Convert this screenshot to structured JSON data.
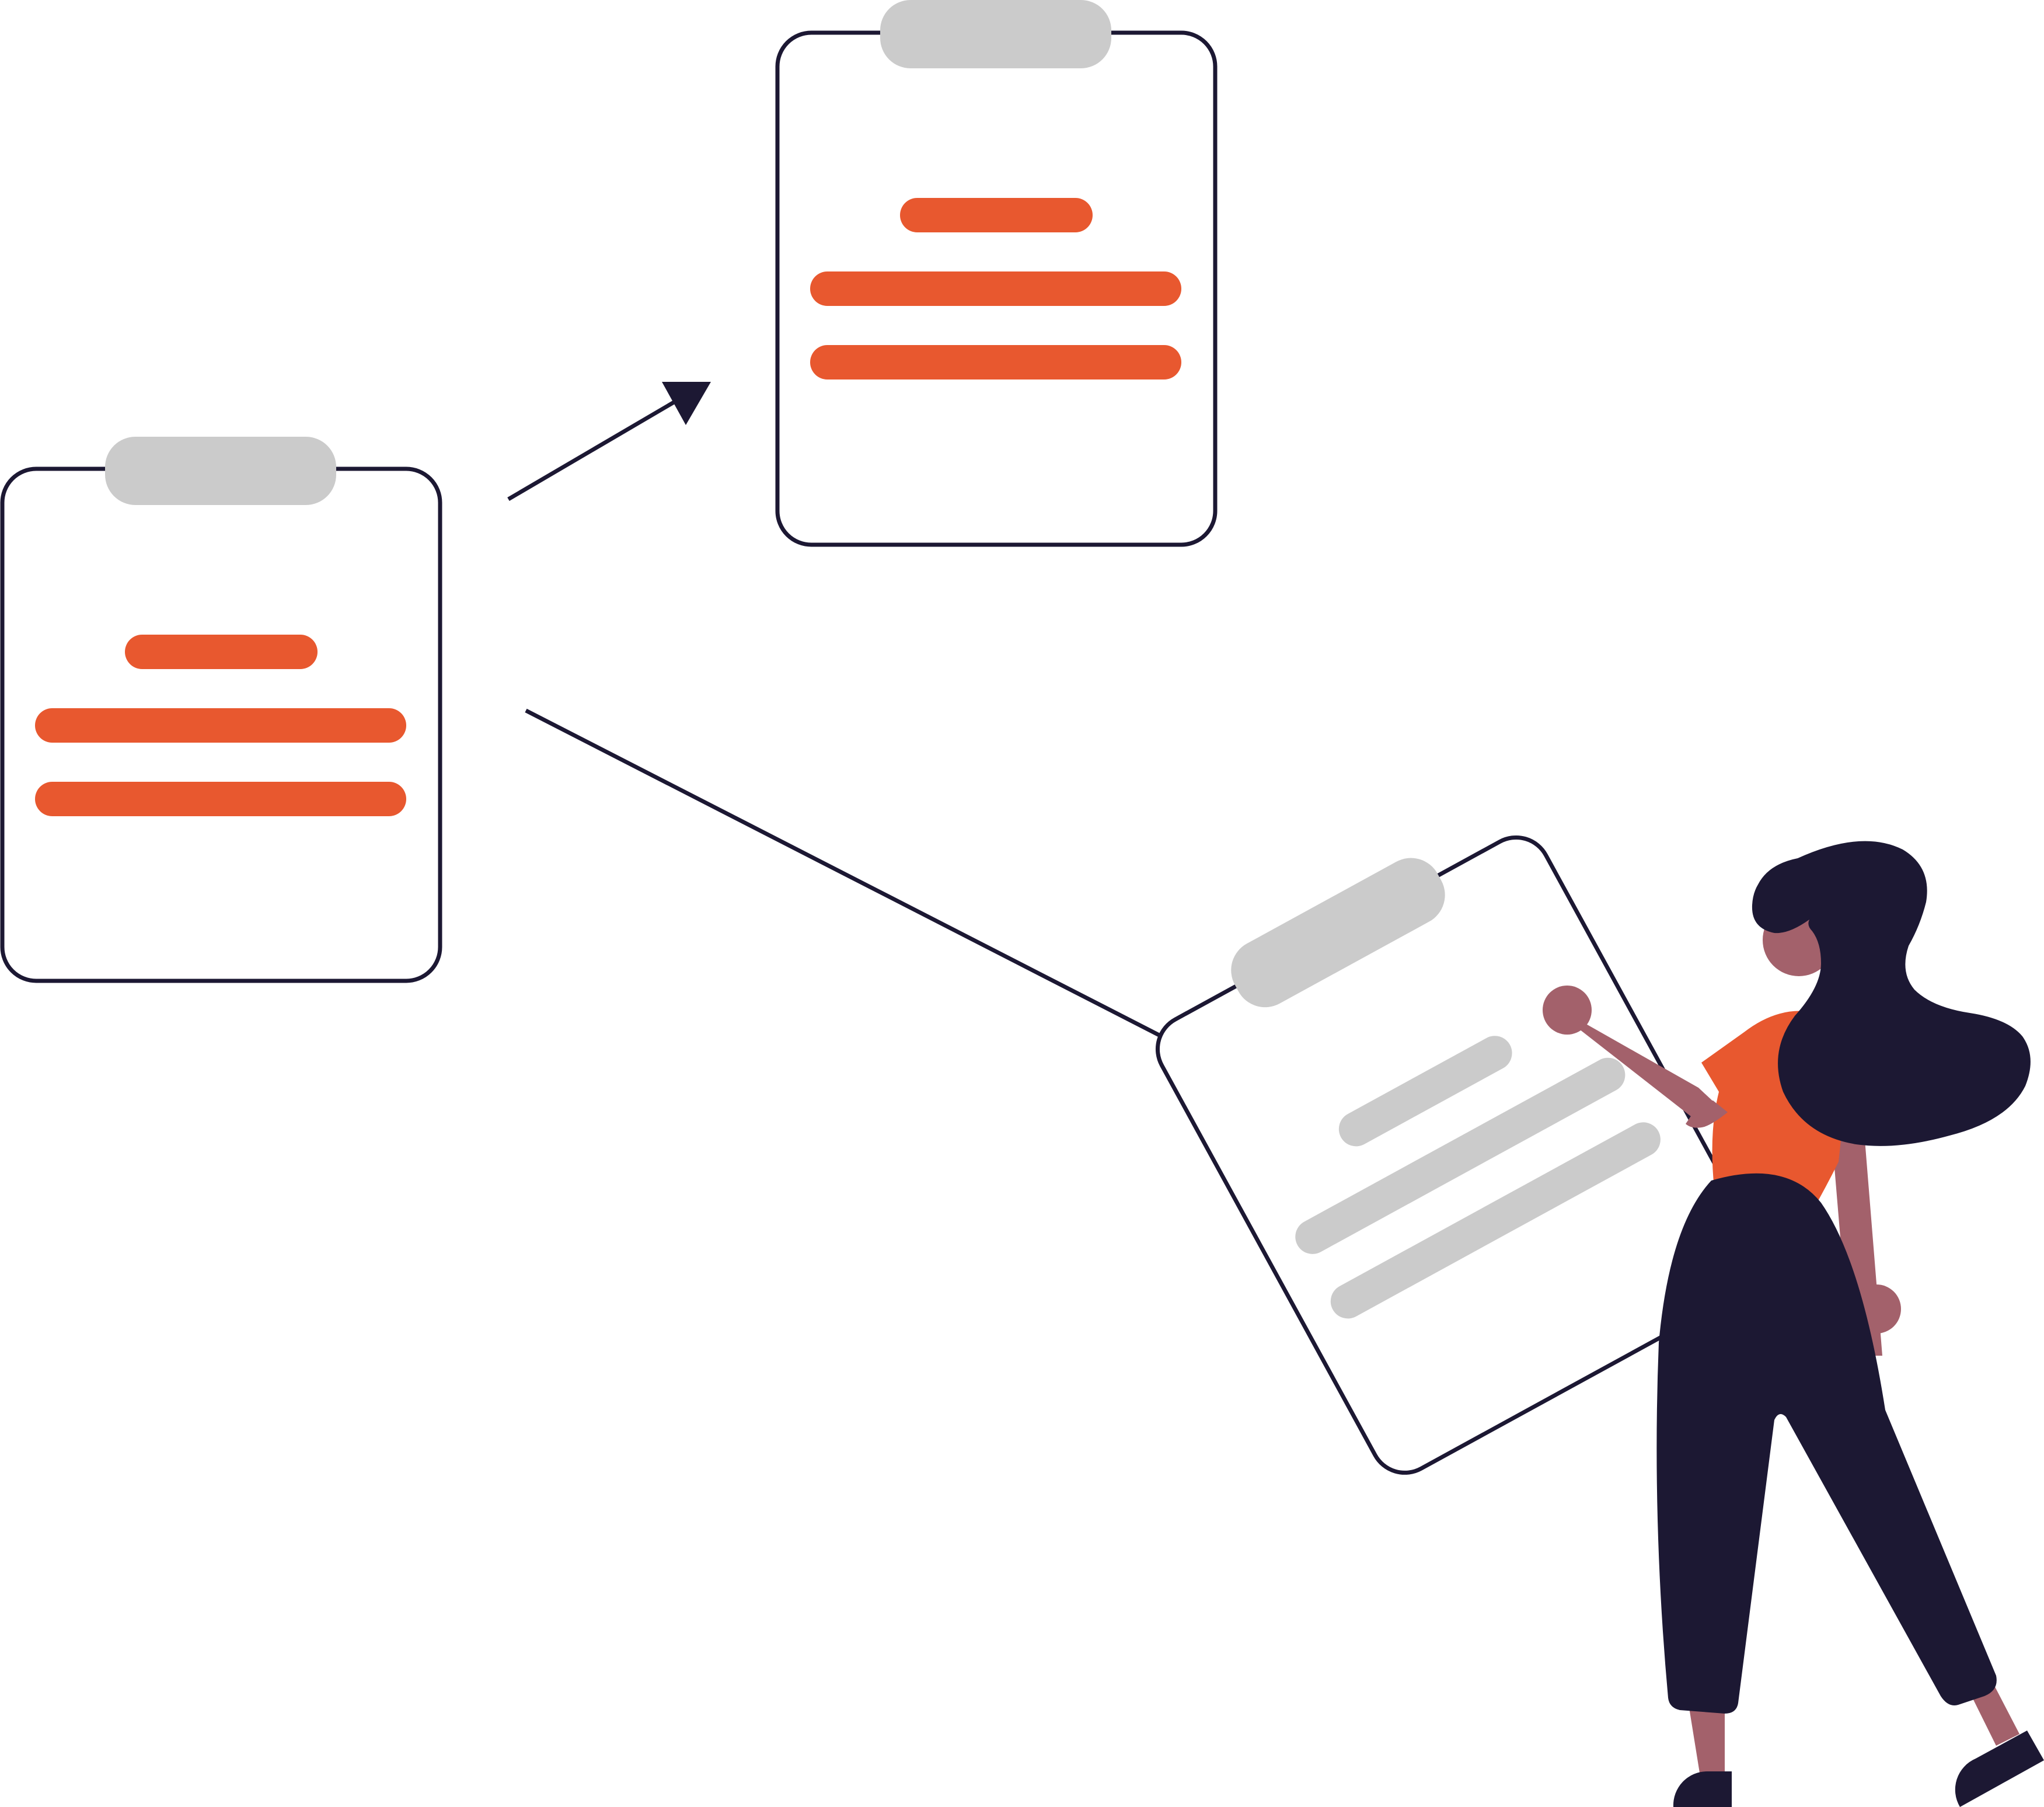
{
  "illustration": {
    "description_colors": {
      "outline": "#1c1833",
      "accent": "#e8582f",
      "placeholder": "#cbcbcb",
      "skin": "#a3616b",
      "hair": "#1c1833",
      "background": "#ffffff"
    },
    "clipboards": [
      {
        "name": "source-clipboard",
        "lines": 3,
        "line_color": "accent"
      },
      {
        "name": "target-clipboard-top",
        "lines": 3,
        "line_color": "accent"
      },
      {
        "name": "target-clipboard-tilted",
        "lines": 3,
        "line_color": "placeholder"
      }
    ],
    "arrows": [
      {
        "name": "arrow-to-top-clipboard"
      },
      {
        "name": "arrow-to-tilted-clipboard"
      }
    ],
    "figure": {
      "name": "person",
      "shirt_color": "accent",
      "pants_color": "outline"
    }
  }
}
